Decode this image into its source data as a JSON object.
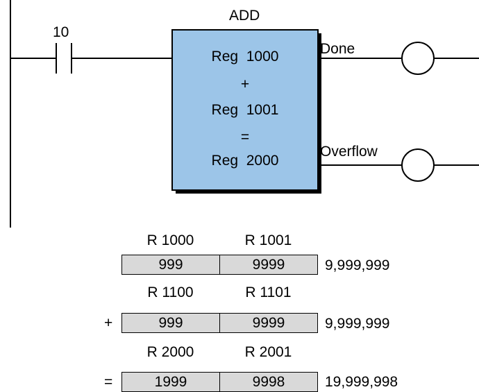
{
  "ladder": {
    "contact_label": "10",
    "block_title": "ADD",
    "block_lines": [
      "Reg  1000",
      "+",
      "Reg  1001",
      "=",
      "Reg  2000"
    ],
    "outputs": [
      {
        "label": "Done"
      },
      {
        "label": "Overflow"
      }
    ]
  },
  "table": {
    "rows": [
      {
        "headers": [
          "R 1000",
          "R 1001"
        ],
        "operator": "",
        "cells": [
          "999",
          "9999"
        ],
        "total": "9,999,999"
      },
      {
        "headers": [
          "R 1100",
          "R 1101"
        ],
        "operator": "+",
        "cells": [
          "999",
          "9999"
        ],
        "total": "9,999,999"
      },
      {
        "headers": [
          "R 2000",
          "R 2001"
        ],
        "operator": "=",
        "cells": [
          "1999",
          "9998"
        ],
        "total": "19,999,998"
      }
    ]
  },
  "colors": {
    "block_fill": "#9cc5e8",
    "cell_fill": "#d9d9d9",
    "line": "#000000"
  }
}
